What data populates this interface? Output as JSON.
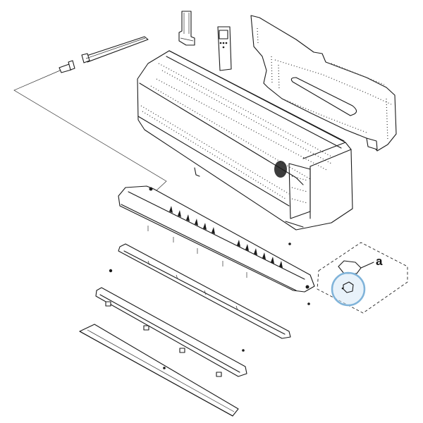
{
  "diagram": {
    "type": "exploded-parts-view",
    "subject": "Wall-mounted air conditioner indoor unit",
    "background": "#ffffff",
    "line_color": "#1a1a1a",
    "highlight_color": "#7fb3d9",
    "highlight_fill": "#d6e8f5",
    "parts": [
      {
        "id": "remote-holder",
        "label": "Remote controller holder"
      },
      {
        "id": "remote-control",
        "label": "Remote controller"
      },
      {
        "id": "mounting-plate",
        "label": "Mounting plate"
      },
      {
        "id": "drain-hose",
        "label": "Drain hose"
      },
      {
        "id": "drain-plug",
        "label": "Drain plug"
      },
      {
        "id": "main-unit",
        "label": "Indoor unit body"
      },
      {
        "id": "drain-pan",
        "label": "Drain pan / louver assembly"
      },
      {
        "id": "vertical-louver",
        "label": "Louver"
      },
      {
        "id": "louver-bracket",
        "label": "Louver bracket"
      },
      {
        "id": "horizontal-flap",
        "label": "Horizontal flap"
      },
      {
        "id": "motor-detail",
        "label": "Motor detail inset"
      }
    ],
    "callouts": [
      {
        "id": "a",
        "text": "a"
      }
    ]
  }
}
